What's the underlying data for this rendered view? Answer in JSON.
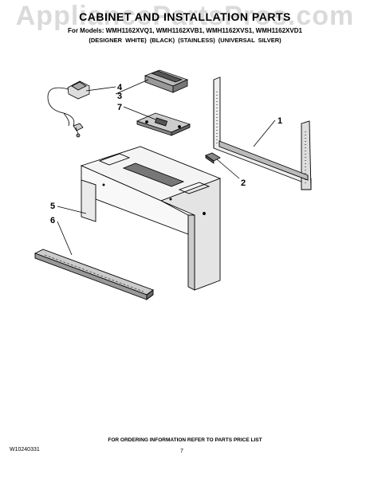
{
  "watermark": "AppliancePartsPros.com",
  "header": {
    "title": "CABINET AND INSTALLATION PARTS",
    "models": "For Models: WMH1162XVQ1, WMH1162XVB1, WMH1162XVS1, WMH1162XVD1",
    "variants": "(DESIGNER WHITE)   (BLACK)      (STAINLESS) (UNIVERSAL SILVER)"
  },
  "callouts": [
    "1",
    "2",
    "3",
    "4",
    "5",
    "6",
    "7"
  ],
  "footer": {
    "ordering_note": "FOR ORDERING INFORMATION REFER TO PARTS PRICE LIST",
    "doc_number": "W10240331",
    "page_number": "7"
  }
}
